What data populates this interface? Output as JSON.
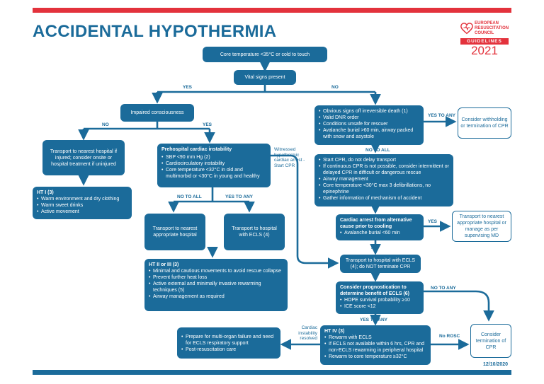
{
  "title": "ACCIDENTAL HYPOTHERMIA",
  "logo": {
    "org_lines": [
      "EUROPEAN",
      "RESUSCITATION",
      "COUNCIL"
    ],
    "guidelines": "GUIDELINES",
    "year": "2021",
    "icon": "heart-icon",
    "brand_color": "#e3323c"
  },
  "accent_color": "#1b6b9a",
  "date": "12/10/2020",
  "nodes": {
    "core_temp": "Core temperature <35°C or cold to touch",
    "vital_signs": "Vital signs present",
    "impaired": "Impaired consciousness",
    "transport_nearest_hospital": "Transport to nearest hospital if injured; consider onsite or hospital treatment if uninjured",
    "ht1": {
      "title": "HT I (3)",
      "items": [
        "Warm environment and dry clothing",
        "Warm sweet drinks",
        "Active movement"
      ]
    },
    "prehospital": {
      "title": "Prehospital cardiac instability",
      "items": [
        "SBP <90 mm Hg (2)",
        "Cardiocirculatory instability",
        "Core temperature <32°C in old and multimorbid or <30°C in young and healthy"
      ]
    },
    "transport_nearest_appropriate": "Transport to nearest appropriate hospital",
    "transport_ecls4": "Transport to hospital with ECLS (4)",
    "ht23": {
      "title": "HT II or III (3)",
      "items": [
        "Minimal and cautious movements to avoid rescue collapse",
        "Prevent further heat loss",
        "Active external and minimally invasive rewarming techniques (5)",
        "Airway management as required"
      ]
    },
    "obvious_signs": {
      "items": [
        "Obvious signs off irreversible death (1)",
        "Valid DNR order",
        "Conditions unsafe for rescuer",
        "Avalanche burial >60 min, airway packed with snow and asystole"
      ]
    },
    "consider_withholding": "Consider withholding or termination of CPR",
    "start_cpr": {
      "items": [
        "Start CPR, do not delay transport",
        "If continuous CPR is not possible, consider intermittent or delayed CPR in difficult or dangerous rescue",
        "Airway management",
        "Core temperature <30°C max 3 defibrillations, no epinephrine",
        "Gather information of mechanism of accident"
      ]
    },
    "cardiac_arrest_alt": {
      "title": "Cardiac arrest from alternative cause prior to cooling",
      "items": [
        "Avalanche burial <60 min"
      ]
    },
    "transport_nearest_md": "Transport to nearest appropriate hospital or manage as per supervising MD",
    "transport_ecls_no_term": "Transport to hospital with ECLS (4); do NOT terminate CPR",
    "prognostication": {
      "title": "Consider prognostication to determine benefit of ECLS (6)",
      "items": [
        "HOPE survival probability ≥10",
        "ICE score <12"
      ]
    },
    "consider_termination": "Consider termination of CPR",
    "ht4": {
      "title": "HT IV (3)",
      "items": [
        "Rewarm with ECLS",
        "If ECLS not available within 6 hrs, CPR and non-ECLS rewarming in peripheral hospital",
        "Rewarm to core temperature ≥32°C"
      ]
    },
    "multiorgan": {
      "items": [
        "Prepare for multi-organ failure and need for ECLS respiratory support",
        "Post-resuscitation care"
      ]
    }
  },
  "labels": {
    "yes": "YES",
    "no": "NO",
    "no2": "NO",
    "yes2": "YES",
    "no_to_all": "NO TO ALL",
    "yes_to_any": "YES TO ANY",
    "yes_to_any_right": "YES TO ANY",
    "no_to_all_mid": "NO TO ALL",
    "yes_alt": "YES",
    "no_alt": "NO",
    "no_to_any": "NO TO ANY",
    "yes_to_any_bottom": "YES TO ANY",
    "no_rosc": "No ROSC",
    "witnessed": "Witnessed hypothermic cardiac arrest - Start CPR",
    "cardiac_instability_resolved": "Cardiac instability resolved"
  }
}
